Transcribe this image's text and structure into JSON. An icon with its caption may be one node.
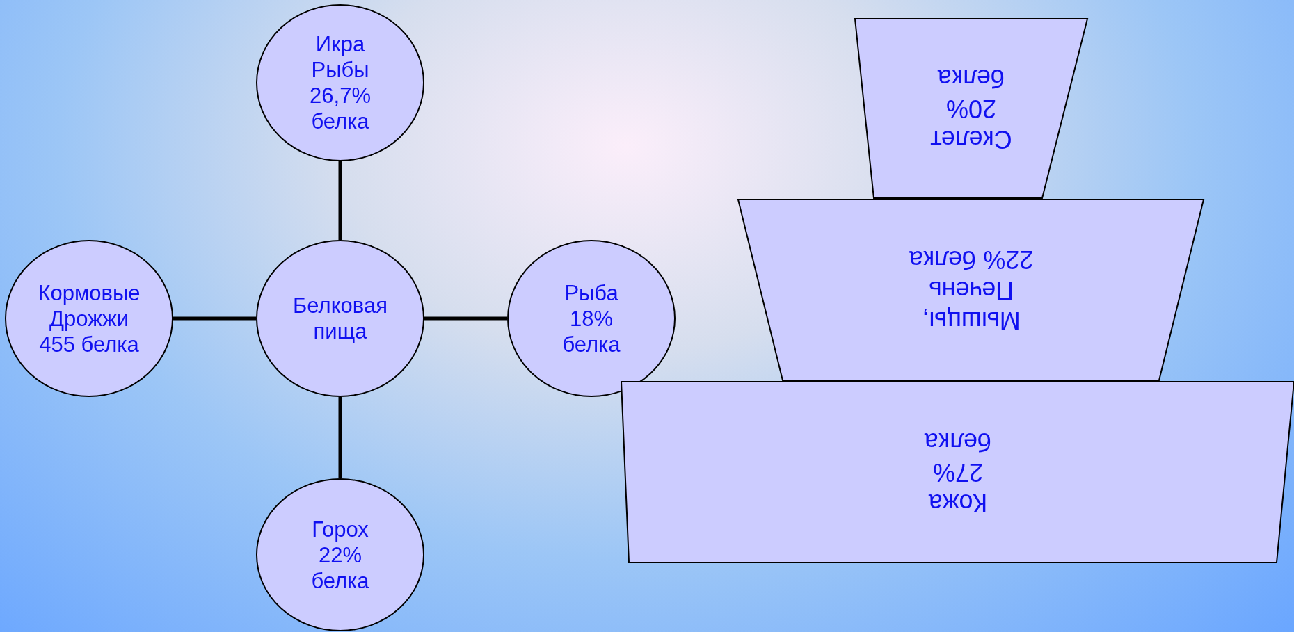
{
  "diagram": {
    "nodes": [
      {
        "text": [
          "Икра Рыбы 26,7% белка"
        ]
      },
      {
        "text": [
          "Кормовые Дрожжи 455 белка"
        ]
      },
      {
        "text": [
          "Белковая пища"
        ]
      },
      {
        "text": [
          "Рыба 18% белка"
        ]
      },
      {
        "text": [
          "Горох 22% белка"
        ]
      },
      {
        "text": [
          "Скелет 20% белка"
        ]
      },
      {
        "text": [
          "Мышцы, Печень 22% белка"
        ]
      },
      {
        "text": [
          "Кожа 27% белка"
        ]
      }
    ],
    "edges": [
      {
        "from": 2,
        "to": 0,
        "arrow": "none"
      },
      {
        "from": 2,
        "to": 1,
        "arrow": "none"
      },
      {
        "from": 2,
        "to": 3,
        "arrow": "none"
      },
      {
        "from": 2,
        "to": 4,
        "arrow": "none"
      }
    ]
  }
}
